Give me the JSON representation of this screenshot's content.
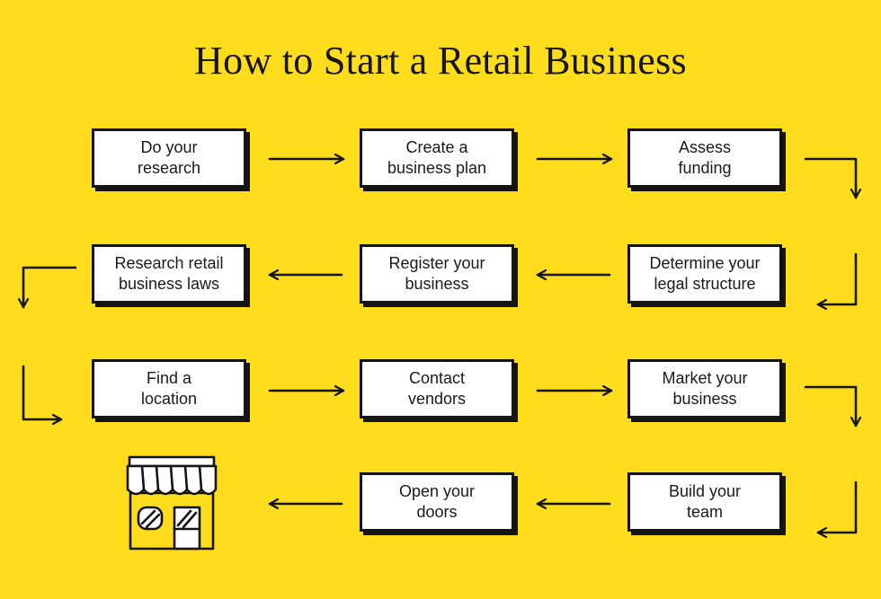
{
  "title": "How to Start a Retail Business",
  "steps": [
    {
      "line1": "Do your",
      "line2": "research"
    },
    {
      "line1": "Create a",
      "line2": "business plan"
    },
    {
      "line1": "Assess",
      "line2": "funding"
    },
    {
      "line1": "Determine your",
      "line2": "legal structure"
    },
    {
      "line1": "Register your",
      "line2": "business"
    },
    {
      "line1": "Research retail",
      "line2": "business laws"
    },
    {
      "line1": "Find a",
      "line2": "location"
    },
    {
      "line1": "Contact",
      "line2": "vendors"
    },
    {
      "line1": "Market your",
      "line2": "business"
    },
    {
      "line1": "Build your",
      "line2": "team"
    },
    {
      "line1": "Open your",
      "line2": "doors"
    }
  ],
  "final_icon": "storefront-icon",
  "colors": {
    "background": "#FFDD1C",
    "box": "#FFFFFF",
    "ink": "#141414"
  }
}
